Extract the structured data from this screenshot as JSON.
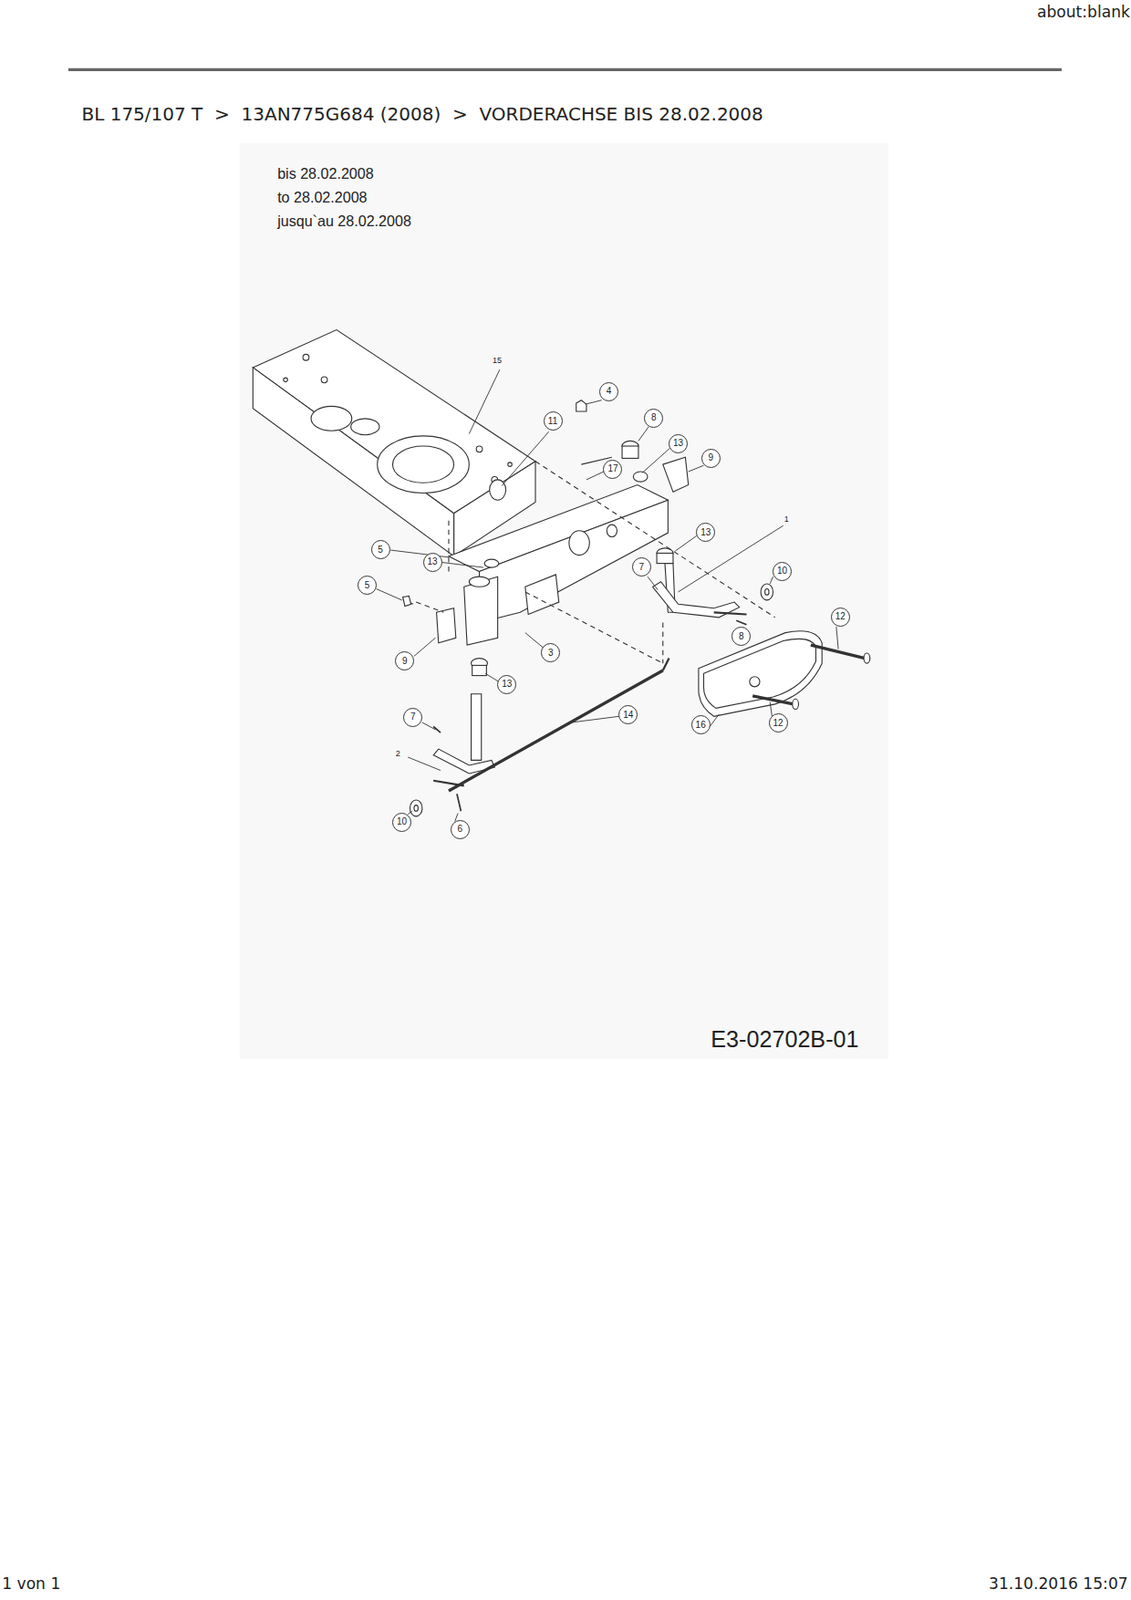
{
  "diagram": {
    "title": "BL 175/107 T  >  13AN775G684 (2008)  >  VORDERACHSE BIS 28.02.2008",
    "nodes": [
      {
        "text": [
          "4"
        ]
      },
      {
        "text": [
          "8"
        ]
      },
      {
        "text": [
          "11"
        ]
      },
      {
        "text": [
          "13"
        ]
      },
      {
        "text": [
          "9"
        ]
      },
      {
        "text": [
          "17"
        ]
      },
      {
        "text": [
          "13"
        ]
      },
      {
        "text": [
          "5"
        ]
      },
      {
        "text": [
          "13"
        ]
      },
      {
        "text": [
          "7"
        ]
      },
      {
        "text": [
          "10"
        ]
      },
      {
        "text": [
          "5"
        ]
      },
      {
        "text": [
          "12"
        ]
      },
      {
        "text": [
          "8"
        ]
      },
      {
        "text": [
          "3"
        ]
      },
      {
        "text": [
          "9"
        ]
      },
      {
        "text": [
          "13"
        ]
      },
      {
        "text": [
          "14"
        ]
      },
      {
        "text": [
          "7"
        ]
      },
      {
        "text": [
          "12"
        ]
      },
      {
        "text": [
          "16"
        ]
      },
      {
        "text": [
          "10"
        ]
      },
      {
        "text": [
          "6"
        ]
      }
    ],
    "labels": [
      "about:blank",
      "bis 28.02.2008",
      "to 28.02.2008",
      "jusqu`au 28.02.2008",
      "15",
      "1",
      "2",
      "E3-02702B-01",
      "1 von 1",
      "31.10.2016 15:07"
    ]
  }
}
